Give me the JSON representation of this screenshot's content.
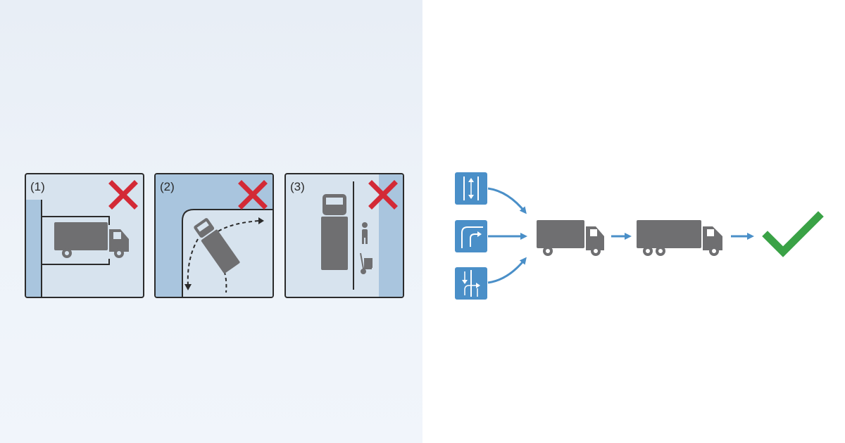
{
  "colors": {
    "truck": "#6f6f71",
    "cross": "#d32a36",
    "check": "#3aa246",
    "arrow": "#4a8fc8",
    "icon_bg": "#4a8fc8",
    "wall": "#a9c5de",
    "outline": "#2b2b2b"
  },
  "scenes": [
    {
      "label": "(1)",
      "status_icon": "cross-icon"
    },
    {
      "label": "(2)",
      "status_icon": "cross-icon"
    },
    {
      "label": "(3)",
      "status_icon": "cross-icon"
    }
  ],
  "road_icons": [
    "two-way-road-icon",
    "turn-road-icon",
    "lane-merge-icon"
  ],
  "flow": {
    "steps": [
      "box-truck-icon",
      "long-truck-icon",
      "check-icon"
    ]
  }
}
